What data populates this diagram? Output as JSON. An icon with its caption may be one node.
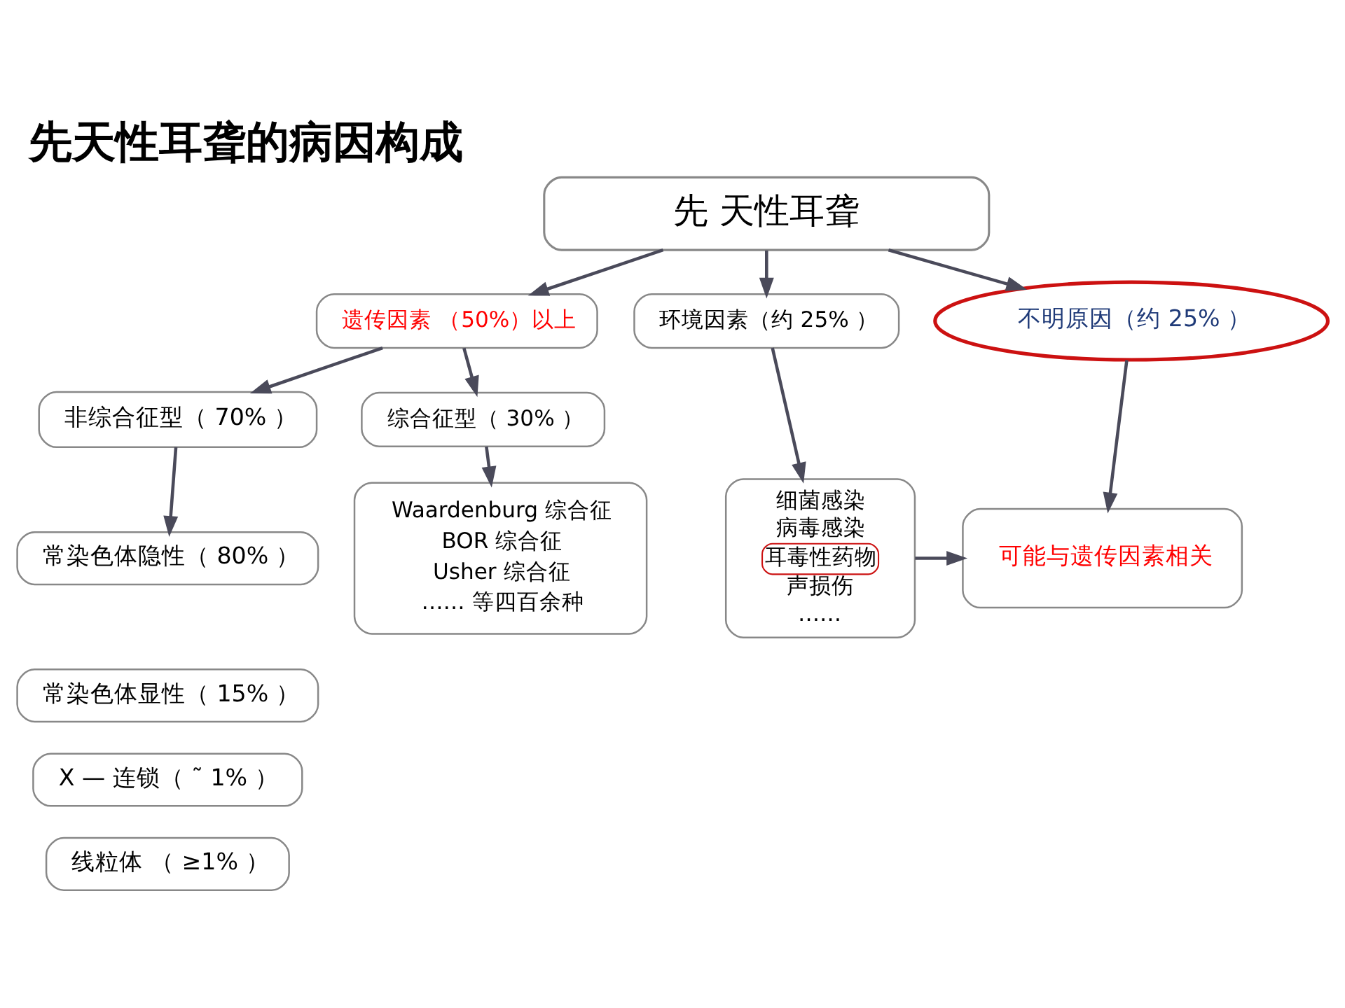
{
  "diagram": {
    "title": "先天性耳聋的病因构成",
    "nodes": [
      {
        "text": [
          "先 天性耳聋"
        ]
      },
      {
        "text": [
          "遗传因素 （50%）以上"
        ]
      },
      {
        "text": [
          "环境因素（约 25% ）"
        ]
      },
      {
        "text": [
          "不明原因（约 25% ）"
        ]
      },
      {
        "text": [
          "非综合征型（ 70% ）"
        ]
      },
      {
        "text": [
          "综合征型（ 30% ）"
        ]
      },
      {
        "text": [
          "常染色体隐性（ 80% ）"
        ]
      },
      {
        "text": [
          "常染色体显性（ 15% ）"
        ]
      },
      {
        "text": [
          "X — 连锁（ ˜ 1% ）"
        ]
      },
      {
        "text": [
          "线粒体 （ ≥1% ）"
        ]
      },
      {
        "text": [
          "Waardenburg 综合征",
          "BOR 综合征",
          "Usher 综合征",
          "…… 等四百余种"
        ]
      },
      {
        "text": [
          "细菌感染",
          "病毒感染",
          "耳毒性药物",
          "声损伤",
          "……"
        ]
      },
      {
        "text": [
          "可能与遗传因素相关"
        ]
      }
    ],
    "edges": [
      {
        "from": 0,
        "to": 1,
        "arrow": "to"
      },
      {
        "from": 0,
        "to": 2,
        "arrow": "to"
      },
      {
        "from": 0,
        "to": 3,
        "arrow": "to"
      },
      {
        "from": 1,
        "to": 4,
        "arrow": "to"
      },
      {
        "from": 1,
        "to": 5,
        "arrow": "to"
      },
      {
        "from": 4,
        "to": 6,
        "arrow": "to"
      },
      {
        "from": 5,
        "to": 10,
        "arrow": "to"
      },
      {
        "from": 2,
        "to": 11,
        "arrow": "to"
      },
      {
        "from": 3,
        "to": 12,
        "arrow": "to"
      },
      {
        "from": 11,
        "to": 12,
        "arrow": "to"
      }
    ]
  }
}
